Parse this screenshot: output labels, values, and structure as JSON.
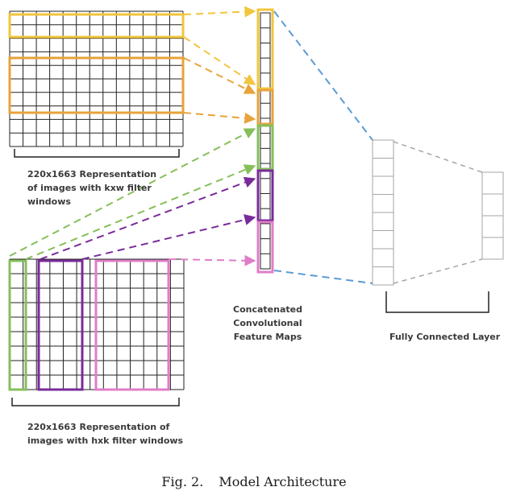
{
  "labels": {
    "top_grid": [
      "220x1663 Representation",
      "of images with kxw filter",
      "windows"
    ],
    "bottom_grid": [
      "220x1663 Representation of",
      "images with hxk filter windows"
    ],
    "concat": [
      "Concatenated",
      "Convolutional",
      "Feature Maps"
    ],
    "fc": "Fully Connected Layer"
  },
  "caption": {
    "number": "Fig. 2.",
    "title": "Model Architecture"
  },
  "colors": {
    "yellow": "#f2c53d",
    "orange": "#e8a33a",
    "green": "#86bf5a",
    "purple": "#7a2b9a",
    "pink": "#e07dc8",
    "blue": "#5b9bd5",
    "grid": "#222222",
    "fc": "#a6a6a6"
  }
}
